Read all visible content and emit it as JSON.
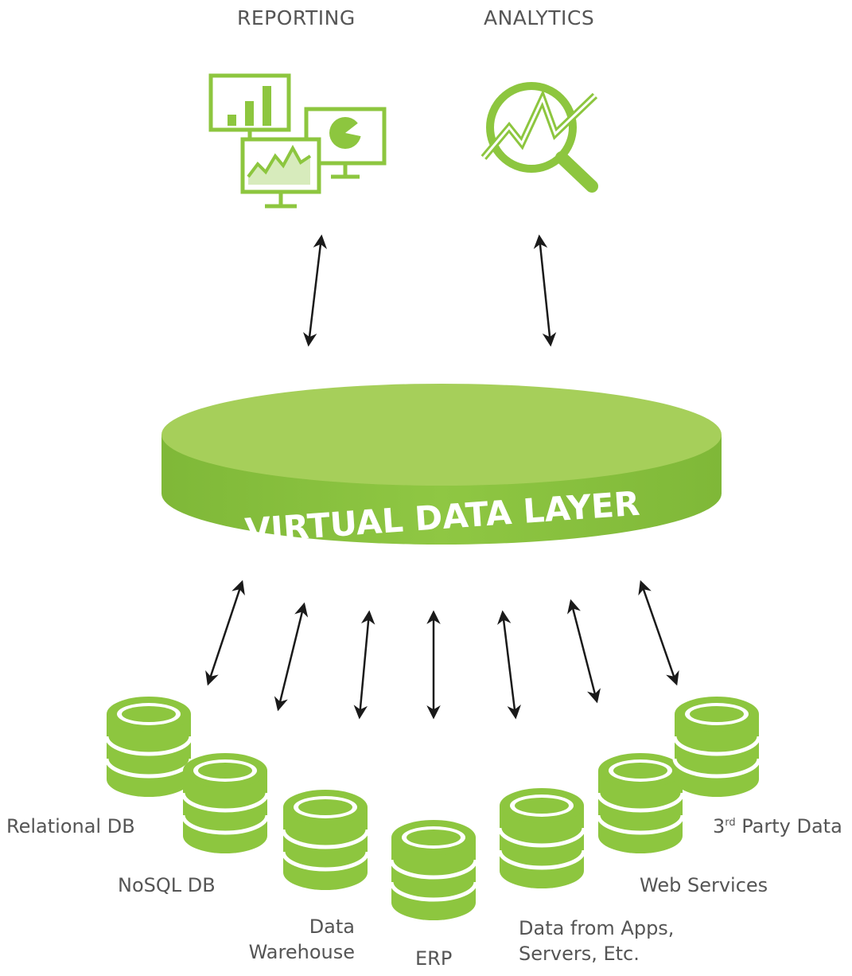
{
  "top": {
    "reporting_label": "REPORTING",
    "analytics_label": "ANALYTICS"
  },
  "layer": {
    "label": "VIRTUAL DATA LAYER"
  },
  "sources": {
    "relational": "Relational DB",
    "nosql": "NoSQL DB",
    "warehouse_line1": "Data",
    "warehouse_line2": "Warehouse",
    "erp": "ERP",
    "apps_line1": "Data from Apps,",
    "apps_line2": "Servers, Etc.",
    "web": "Web Services",
    "third_party_prefix": "3",
    "third_party_sup": "rd",
    "third_party_rest": " Party Data"
  },
  "colors": {
    "green": "#8dc63f",
    "green_light": "#a6cf5a",
    "arrow": "#1a1a1a",
    "text": "#555555"
  },
  "icons": [
    "reporting-dashboards-icon",
    "analytics-magnifier-icon",
    "database-icon"
  ]
}
